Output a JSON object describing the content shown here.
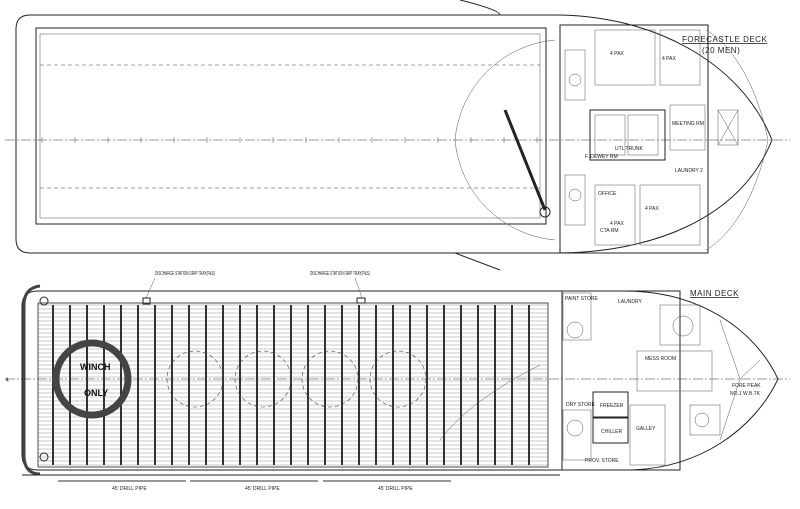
{
  "forecastle_deck": {
    "title": "FORECASTLE DECK",
    "subtitle": "(20 MEN)",
    "rooms": [
      "4 PAX",
      "4 PAX",
      "4 PAX",
      "4 PAX",
      "MEETING RM",
      "LAUNDRY 2",
      "OFFICE",
      "UTL TRUNK",
      "F. DEWEY RM",
      "CTA RM"
    ]
  },
  "main_deck": {
    "title": "MAIN DECK",
    "discharge_station_1": "DISCHARGE STATION DRIP TRAY(P&S)",
    "discharge_station_2": "DISCHARGE STATION DRIP TRAY(P&S)",
    "winch_line1": "WINCH",
    "winch_line2": "ONLY",
    "drill_pipes": [
      "45' DRILL PIPE",
      "45' DRILL PIPE",
      "45' DRILL PIPE"
    ],
    "rooms": [
      "FREEZER",
      "CHILLER",
      "GALLEY",
      "PROV. STORE",
      "DRY STORE",
      "MESS ROOM",
      "FORE PEAK",
      "NO.1 W.B.TK",
      "LAUNDRY",
      "PAINT STORE"
    ]
  },
  "centerline_symbol": "℄"
}
